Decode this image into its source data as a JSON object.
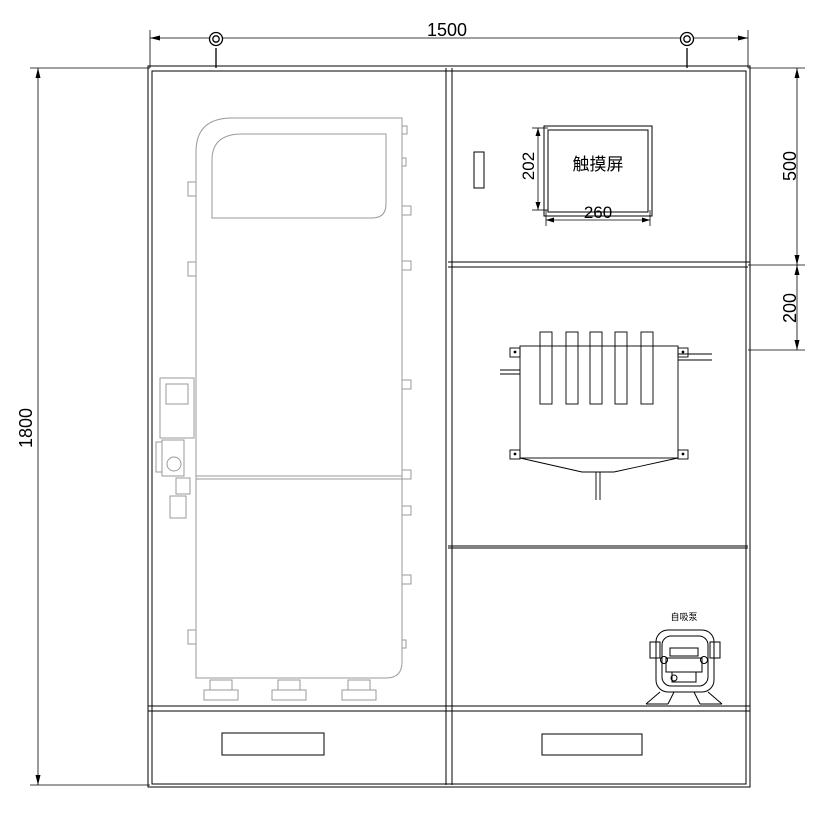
{
  "dimensions": {
    "width": "1500",
    "height": "1800",
    "top_section": "500",
    "middle_gap": "200",
    "screen_height": "202",
    "screen_width": "260"
  },
  "labels": {
    "touch_screen": "触摸屏",
    "self_priming_pump": "自吸泵"
  },
  "colors": {
    "line": "#000000",
    "equipment_line": "#9a9a9a",
    "background": "#ffffff"
  }
}
